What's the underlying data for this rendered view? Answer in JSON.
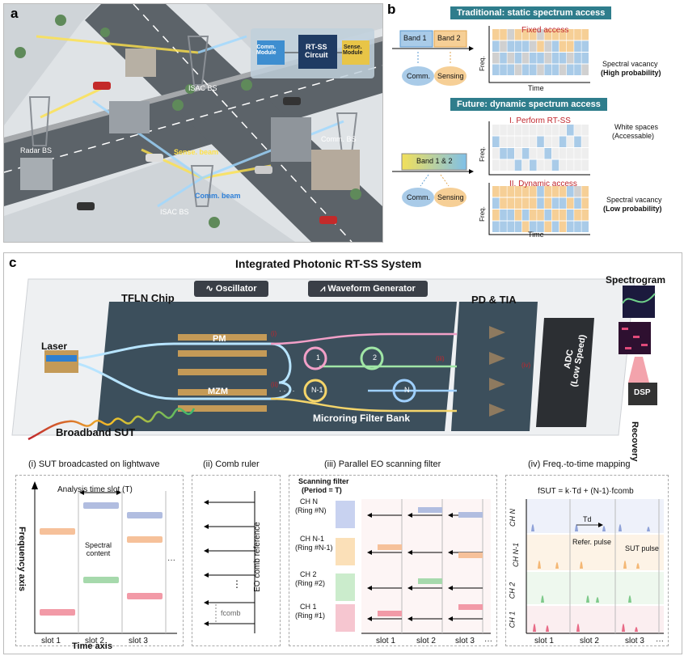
{
  "panel_a": {
    "letter": "a",
    "labels": {
      "comm_module": "Comm.\nModule",
      "rtss_circuit": "RT-SS\nCircuit",
      "sense_module": "Sense.\nModule",
      "isac_bs_top": "ISAC BS",
      "radar_bs": "Radar BS",
      "comm_bs": "Comm. BS",
      "sense_beam": "Sense. beam",
      "comm_beam": "Comm. beam",
      "isac_bs_bottom": "ISAC BS"
    }
  },
  "panel_b": {
    "letter": "b",
    "traditional_title": "Traditional: static spectrum access",
    "future_title": "Future: dynamic spectrum access",
    "band1": "Band 1",
    "band2": "Band 2",
    "band12": "Band 1 & 2",
    "comm": "Comm.",
    "sensing": "Sensing",
    "fixed_access": "Fixed access",
    "perform_rtss": "I. Perform RT-SS",
    "dynamic_access": "II. Dynamic access",
    "freq": "Freq.",
    "time": "Time",
    "spectral_vacancy": "Spectral vacancy",
    "high_prob": "(High probability)",
    "white_spaces": "White spaces",
    "accessable": "(Accessable)",
    "low_prob": "(Low probability)",
    "colors": {
      "blue": "#a9cbe8",
      "orange": "#f6cf96",
      "gray": "#d0d0d0",
      "empty": "#eeeeee"
    }
  },
  "panel_c": {
    "letter": "c",
    "title": "Integrated Photonic RT-SS System",
    "tfln_chip": "TFLN Chip",
    "oscillator": "Oscillator",
    "waveform_generator": "Waveform Generator",
    "pd_tia": "PD & TIA",
    "spectrogram": "Spectrogram",
    "laser": "Laser",
    "pm": "PM",
    "mzm": "MZM",
    "ring_1": "1",
    "ring_2": "2",
    "ring_n1": "N-1",
    "ring_n": "N",
    "dots": "· · · ·",
    "microring_bank": "Microring Filter Bank",
    "adc": "ADC\n(Low Speed)",
    "dsp": "DSP",
    "recovery": "Recovery",
    "broadband_sut": "Broadband SUT",
    "markers": [
      "(i)",
      "(ii)",
      "(iii)",
      "(iv)"
    ]
  },
  "sub_i": {
    "title": "(i) SUT broadcasted on lightwave",
    "analysis_slot": "Analysis time slot (T)",
    "freq_axis": "Frequency axis",
    "time_axis": "Time axis",
    "spectral_content": "Spectral\ncontent",
    "slots": [
      "slot 1",
      "slot 2",
      "slot 3"
    ],
    "ellipsis": "···"
  },
  "sub_ii": {
    "title": "(ii) Comb ruler",
    "eo_comb": "EO comb reference",
    "fcomb": "fcomb",
    "vdots": "⋮"
  },
  "sub_iii": {
    "title": "(iii) Parallel EO scanning filter",
    "scanning_filter": "Scanning filter",
    "period": "(Period = T)",
    "channels": [
      {
        "ch": "CH N",
        "ring": "(Ring #N)"
      },
      {
        "ch": "CH N-1",
        "ring": "(Ring #N-1)"
      },
      {
        "ch": "CH 2",
        "ring": "(Ring #2)"
      },
      {
        "ch": "CH 1",
        "ring": "(Ring #1)"
      }
    ],
    "slots": [
      "slot 1",
      "slot 2",
      "slot 3"
    ],
    "ellipsis": "···"
  },
  "sub_iv": {
    "title": "(iv) Freq.-to-time mapping",
    "formula": "fSUT = k·Td + (N-1)·fcomb",
    "td": "Td",
    "refer_pulse": "Refer. pulse",
    "sut_pulse": "SUT pulse",
    "channels": [
      "CH N",
      "CH N-1",
      "CH 2",
      "CH 1"
    ],
    "slots": [
      "slot 1",
      "slot 2",
      "slot 3"
    ],
    "ellipsis": "···"
  }
}
